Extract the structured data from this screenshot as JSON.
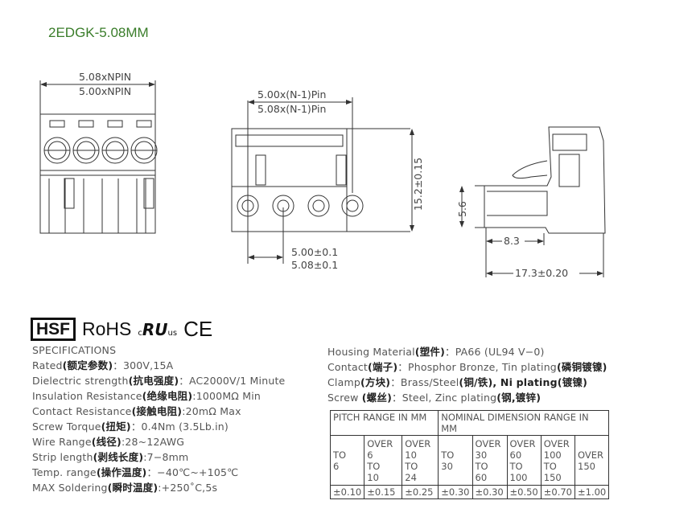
{
  "title": "2EDGK-5.08MM",
  "drawing": {
    "front_dim_1": "5.08xNPIN",
    "front_dim_2": "5.00xNPIN",
    "pitch_total_1": "5.00x(N-1)Pin",
    "pitch_total_2": "5.08x(N-1)Pin",
    "pitch_1": "5.00±0.1",
    "pitch_2": "5.08±0.1",
    "height": "15.2±0.15",
    "side_height": "5.6",
    "side_depth": "8.3",
    "side_length": "17.3±0.20"
  },
  "certifications": {
    "hsf": "HSF",
    "rohs": "RoHS",
    "ul": "RU",
    "ul_c": "c",
    "ul_us": "us",
    "ce": "CE"
  },
  "specs": {
    "heading": "SPECIFICATIONS",
    "items": [
      {
        "label": "Rated",
        "cn": "(额定参数)",
        "value": "：300V,15A"
      },
      {
        "label": "Dielectric strength",
        "cn": "(抗电强度)",
        "value": "：AC2000V/1 Minute"
      },
      {
        "label": "Insulation Resistance",
        "cn": "(绝缘电阻)",
        "value": ":1000MΩ Min"
      },
      {
        "label": "Contact Resistance",
        "cn": "(接触电阻)",
        "value": ":20mΩ Max"
      },
      {
        "label": "Screw Torque",
        "cn": "(扭矩)",
        "value": "：0.4Nm (3.5Lb.in)"
      },
      {
        "label": "Wire Range",
        "cn": "(线径)",
        "value": ":28~12AWG"
      },
      {
        "label": "Strip length",
        "cn": "(剥线长度)",
        "value": ":7−8mm"
      },
      {
        "label": "Temp. range",
        "cn": "(操作温度)",
        "value": "：−40℃~+105℃"
      },
      {
        "label": "MAX Soldering",
        "cn": "(瞬时温度)",
        "value": ":+250˚C,5s"
      }
    ]
  },
  "materials": [
    {
      "label": "Housing Material",
      "cn": "(塑件)",
      "value": "：PA66 (UL94 V−0)",
      "cn2": ""
    },
    {
      "label": "Contact",
      "cn": "(端子)",
      "value": "：Phosphor Bronze, Tin plating",
      "cn2": "(磷铜镀镍)"
    },
    {
      "label": "Clamp",
      "cn": "(方块)",
      "value": "：Brass/Steel",
      "cn2": "(铜/铁), Ni plating(镀镍)"
    },
    {
      "label": "Screw ",
      "cn": "(螺丝)",
      "value": "：Steel, Zinc plating",
      "cn2": "(钢,镀锌)"
    }
  ],
  "tolerance_table": {
    "pitch_header": "PITCH RANGE IN MM",
    "nominal_header": "NOMINAL DIMENSION RANGE IN MM",
    "ranges": [
      "TO 6",
      "OVER 6 TO 10",
      "OVER 10 TO 24",
      "TO 30",
      "OVER 30 TO 60",
      "OVER 60 TO 100",
      "OVER 100 TO 150",
      "OVER 150"
    ],
    "tolerances": [
      "±0.10",
      "±0.15",
      "±0.25",
      "±0.30",
      "±0.30",
      "±0.50",
      "±0.70",
      "±1.00"
    ]
  }
}
